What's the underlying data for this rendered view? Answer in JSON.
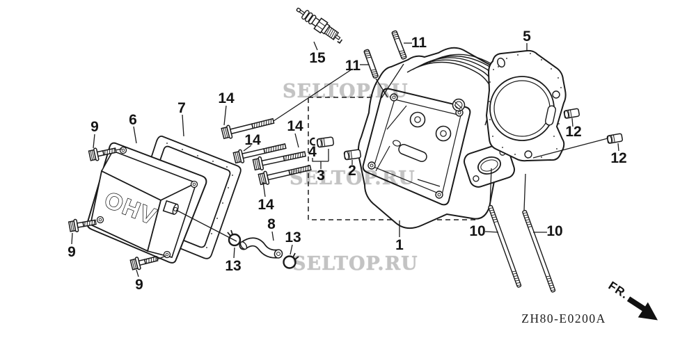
{
  "diagram": {
    "drawing_code": "ZH80-E0200A",
    "direction_label": "FR.",
    "cover_emboss": "OHV",
    "colors": {
      "line": "#1a1a1a",
      "background": "#ffffff",
      "watermark": "#c3c3c3",
      "label": "#141414"
    },
    "watermarks": [
      {
        "text": "SELTOP.RU"
      },
      {
        "text": "SELTOP.RU"
      },
      {
        "text": "SELTOP.RU"
      }
    ],
    "callouts": [
      {
        "label": "15"
      },
      {
        "label": "11"
      },
      {
        "label": "11"
      },
      {
        "label": "5"
      },
      {
        "label": "12"
      },
      {
        "label": "12"
      },
      {
        "label": "6"
      },
      {
        "label": "7"
      },
      {
        "label": "9"
      },
      {
        "label": "9"
      },
      {
        "label": "9"
      },
      {
        "label": "14"
      },
      {
        "label": "14"
      },
      {
        "label": "14"
      },
      {
        "label": "14"
      },
      {
        "label": "4"
      },
      {
        "label": "3"
      },
      {
        "label": "2"
      },
      {
        "label": "1"
      },
      {
        "label": "10"
      },
      {
        "label": "10"
      },
      {
        "label": "8"
      },
      {
        "label": "13"
      },
      {
        "label": "13"
      }
    ]
  }
}
